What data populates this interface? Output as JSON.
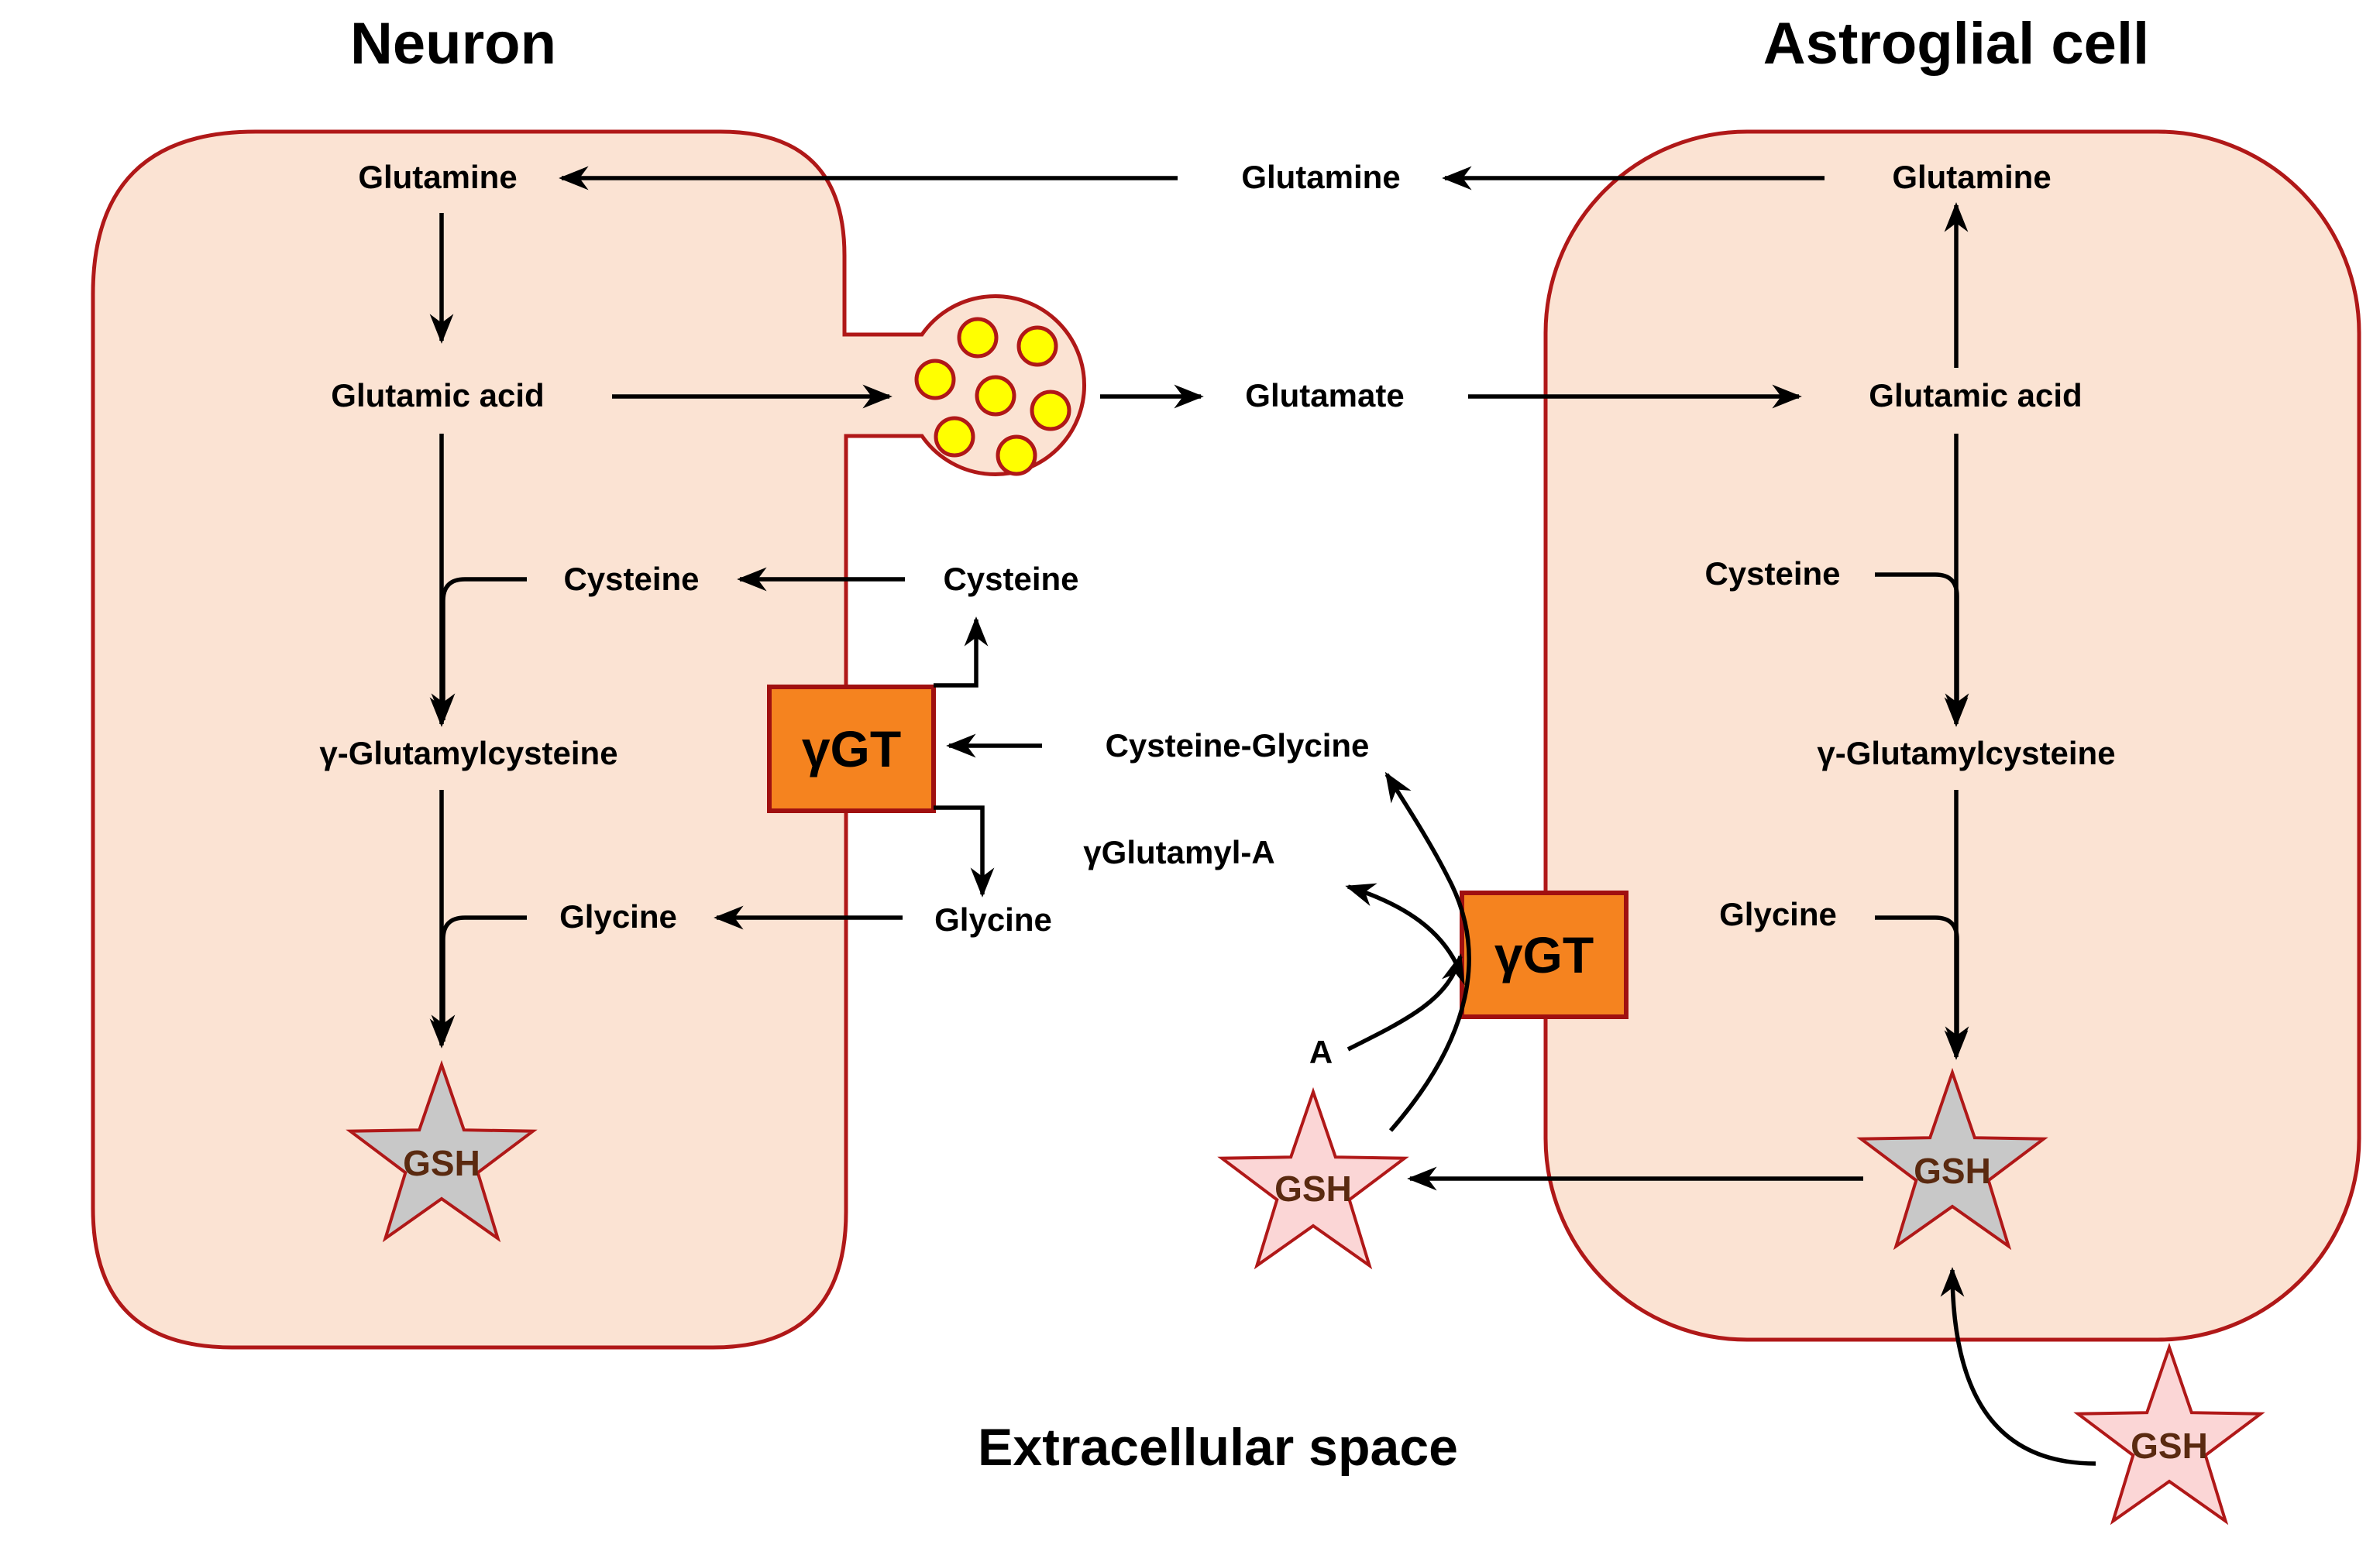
{
  "titles": {
    "neuron": "Neuron",
    "astroglia": "Astroglial cell",
    "extracellular": "Extracellular space"
  },
  "neuron": {
    "glutamine": "Glutamine",
    "glutamic_acid": "Glutamic acid",
    "cysteine": "Cysteine",
    "gamma_glutamylcysteine": "γ-Glutamylcysteine",
    "glycine": "Glycine",
    "gsh": "GSH"
  },
  "extracellular": {
    "glutamine": "Glutamine",
    "glutamate": "Glutamate",
    "cysteine": "Cysteine",
    "cysteine_glycine": "Cysteine-Glycine",
    "gamma_glutamyl_a": "γGlutamyl-A",
    "glycine": "Glycine",
    "a": "A",
    "gsh": "GSH",
    "gsh_bottom": "GSH"
  },
  "astroglia": {
    "glutamine": "Glutamine",
    "glutamic_acid": "Glutamic acid",
    "cysteine": "Cysteine",
    "gamma_glutamylcysteine": "γ-Glutamylcysteine",
    "glycine": "Glycine",
    "gsh": "GSH"
  },
  "enzymes": {
    "ggt_left": "γGT",
    "ggt_right": "γGT"
  },
  "colors": {
    "cell_fill": "#fbe3d3",
    "cell_stroke": "#b01818",
    "enzyme_fill": "#f5831f",
    "enzyme_stroke": "#a01010",
    "vesicle_fill": "#ffff00",
    "star_inside": "#c8c8c8",
    "star_outside": "#fbd6d6",
    "gsh_text": "#5a2a10"
  }
}
